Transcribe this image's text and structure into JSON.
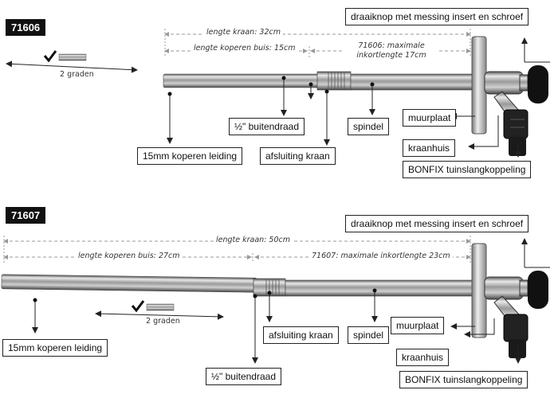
{
  "sections": [
    {
      "model": "71606",
      "dims": {
        "tap_length": "lengte kraan: 32cm",
        "pipe_length": "lengte koperen buis: 15cm",
        "max_insert": "71606: maximale inkortlengte 17cm"
      },
      "grade_label": "2 graden",
      "labels": {
        "knob": "draaiknop met messing insert en schroef",
        "thread": "½\" buitendraad",
        "spindle": "spindel",
        "wall_plate": "muurplaat",
        "copper_pipe": "15mm koperen leiding",
        "shutoff": "afsluiting kraan",
        "body": "kraanhuis",
        "coupling": "BONFIX tuinslangkoppeling"
      }
    },
    {
      "model": "71607",
      "dims": {
        "tap_length": "lengte kraan: 50cm",
        "pipe_length": "lengte koperen buis: 27cm",
        "max_insert": "71607: maximale inkortlengte 23cm"
      },
      "grade_label": "2 graden",
      "labels": {
        "knob": "draaiknop met messing insert en schroef",
        "spindle": "spindel",
        "wall_plate": "muurplaat",
        "shutoff": "afsluiting kraan",
        "copper_pipe": "15mm koperen leiding",
        "body": "kraanhuis",
        "thread": "½\" buitendraad",
        "coupling": "BONFIX tuinslangkoppeling"
      }
    }
  ],
  "colors": {
    "accent": "#111111",
    "chrome": "#b8b8b8",
    "leader": "#222222"
  }
}
